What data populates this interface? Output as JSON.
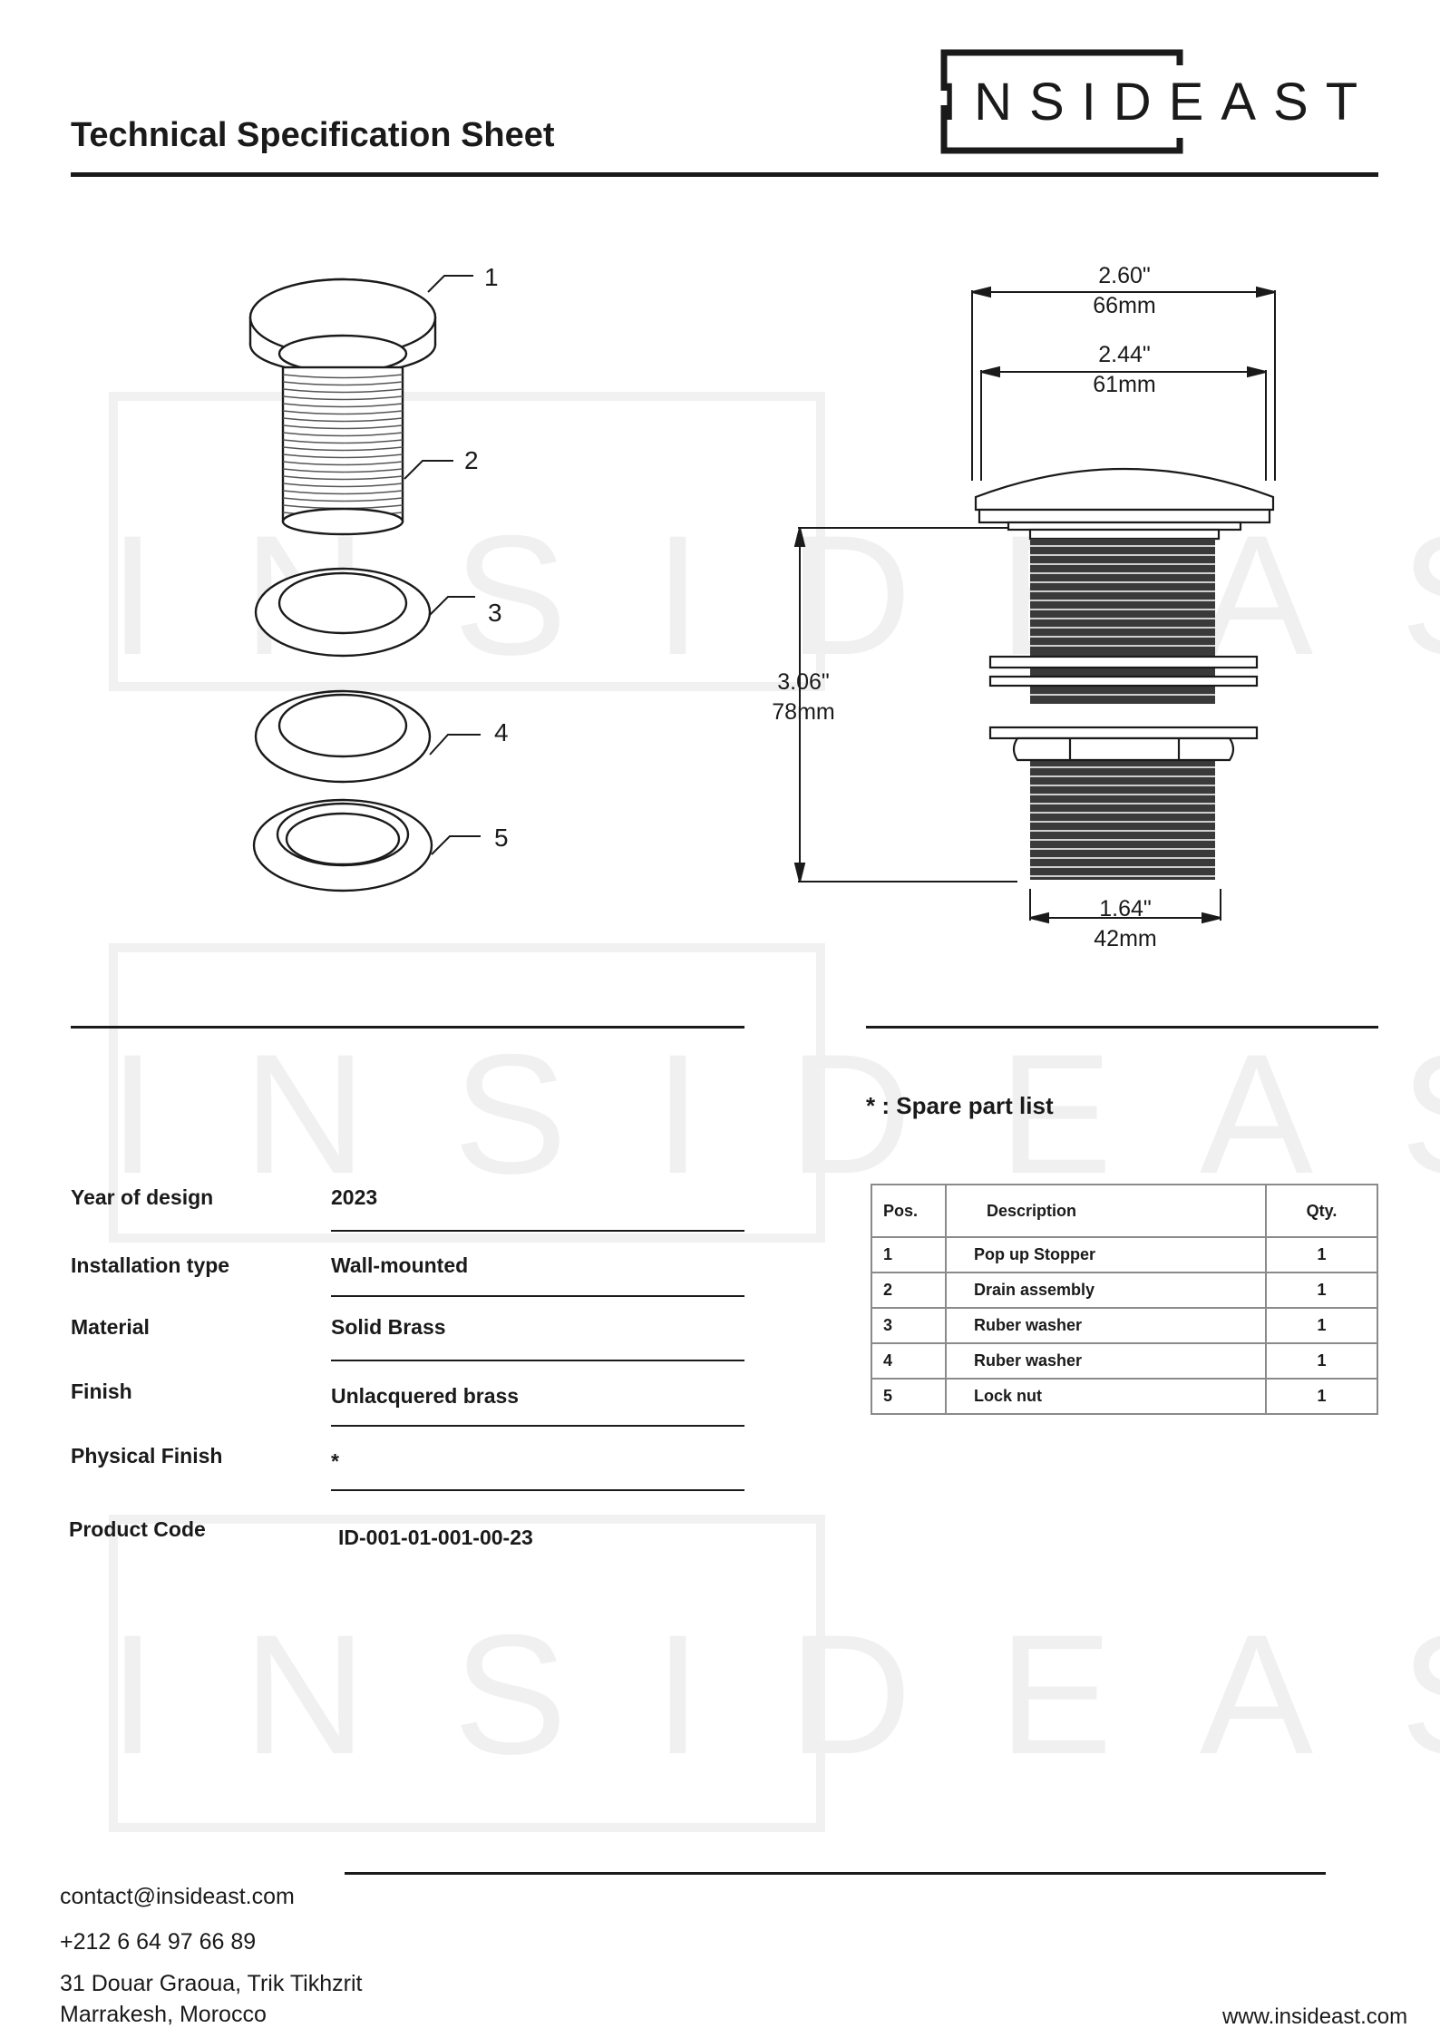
{
  "header": {
    "title": "Technical Specification Sheet",
    "logo_text": "INSIDEAST"
  },
  "watermark": {
    "text": "INSIDEAST"
  },
  "drawing": {
    "callouts": [
      "1",
      "2",
      "3",
      "4",
      "5"
    ],
    "dimensions": {
      "top_outer": {
        "in": "2.60\"",
        "mm": "66mm"
      },
      "top_inner": {
        "in": "2.44\"",
        "mm": "61mm"
      },
      "height": {
        "in": "3.06\"",
        "mm": "78mm"
      },
      "bottom": {
        "in": "1.64\"",
        "mm": "42mm"
      }
    }
  },
  "specs": [
    {
      "label": "Year of design",
      "value": "2023"
    },
    {
      "label": "Installation type",
      "value": "Wall-mounted"
    },
    {
      "label": "Material",
      "value": "Solid Brass"
    },
    {
      "label": "Finish",
      "value": "Unlacquered brass"
    },
    {
      "label": "Physical Finish",
      "value": "*"
    },
    {
      "label": "Product Code",
      "value": "ID-001-01-001-00-23"
    }
  ],
  "spare_parts": {
    "title": "* : Spare part list",
    "columns": [
      "Pos.",
      "Description",
      "Qty."
    ],
    "rows": [
      [
        "1",
        "Pop up Stopper",
        "1"
      ],
      [
        "2",
        "Drain assembly",
        "1"
      ],
      [
        "3",
        "Ruber washer",
        "1"
      ],
      [
        "4",
        "Ruber washer",
        "1"
      ],
      [
        "5",
        "Lock nut",
        "1"
      ]
    ]
  },
  "footer": {
    "email": "contact@insideast.com",
    "phone": "+212 6 64 97 66 89",
    "address_line1": "31 Douar Graoua, Trik Tikhzrit",
    "address_line2": "Marrakesh, Morocco",
    "website": "www.insideast.com"
  }
}
